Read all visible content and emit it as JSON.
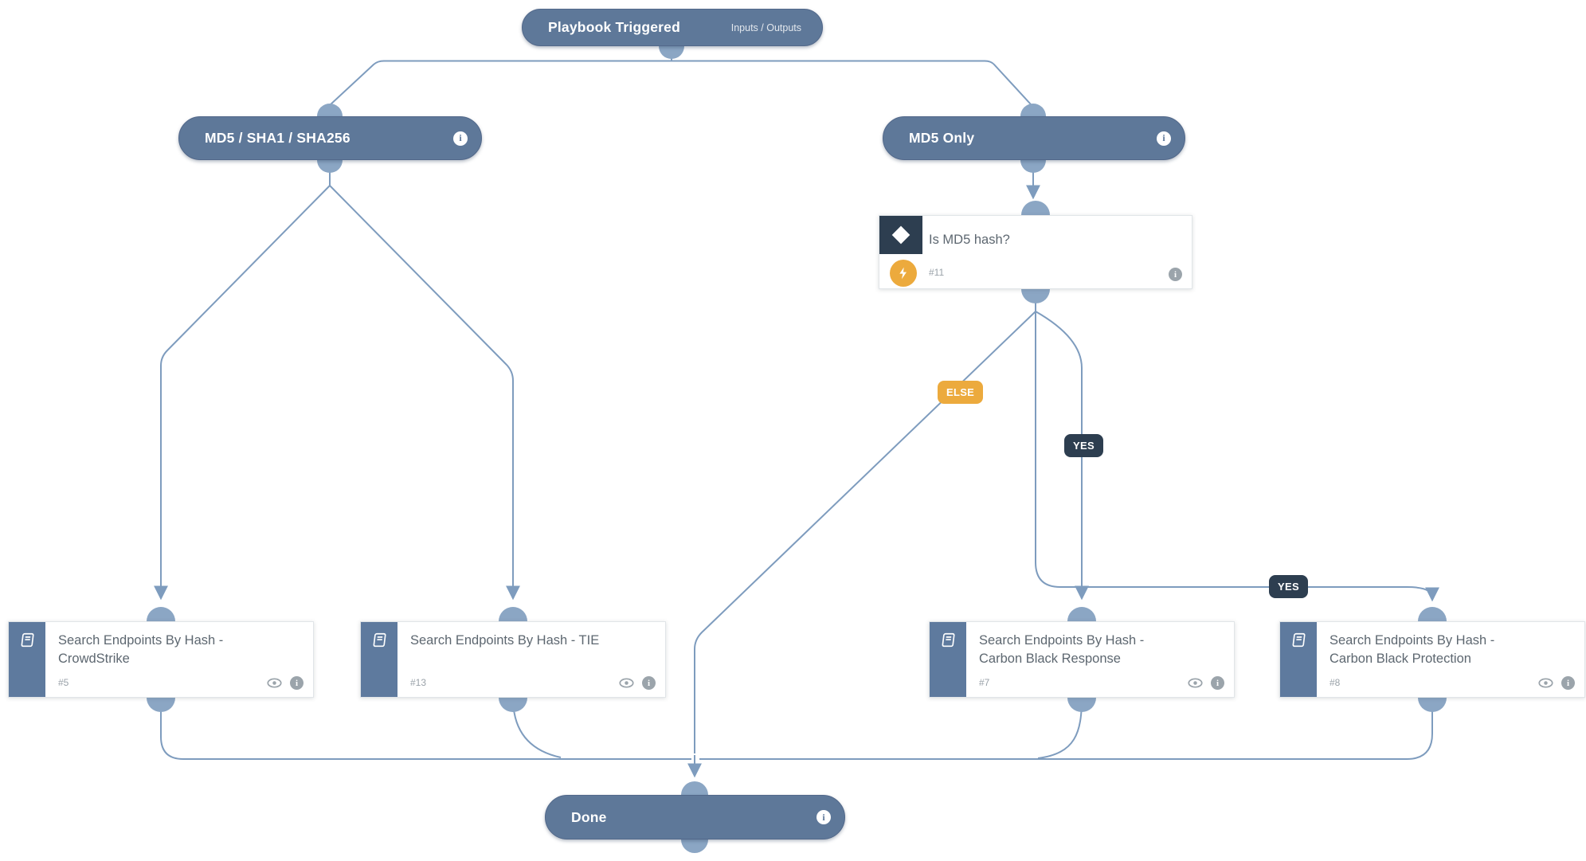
{
  "trigger": {
    "label": "Playbook Triggered",
    "io_label": "Inputs / Outputs"
  },
  "branches": [
    {
      "label": "MD5 / SHA1 / SHA256"
    },
    {
      "label": "MD5 Only"
    }
  ],
  "condition": {
    "title": "Is MD5 hash?",
    "id": "#11"
  },
  "edge_labels": {
    "else_branch": "ELSE",
    "yes_response": "YES",
    "yes_protection": "YES"
  },
  "tasks": [
    {
      "title": "Search Endpoints By Hash - CrowdStrike",
      "id": "#5"
    },
    {
      "title": "Search Endpoints By Hash - TIE",
      "id": "#13"
    },
    {
      "title": "Search Endpoints By Hash - Carbon Black Response",
      "id": "#7"
    },
    {
      "title": "Search Endpoints By Hash - Carbon Black Protection",
      "id": "#8"
    }
  ],
  "done": {
    "label": "Done"
  },
  "info_glyph": "i",
  "colors": {
    "node_blue": "#5e7899",
    "task_sidebar_blue": "#5e7a9e",
    "connector_blue": "#8ba6c4",
    "edge_blue": "#7e9cbe",
    "dark_navy": "#2d3e50",
    "orange": "#ecaa3d"
  }
}
